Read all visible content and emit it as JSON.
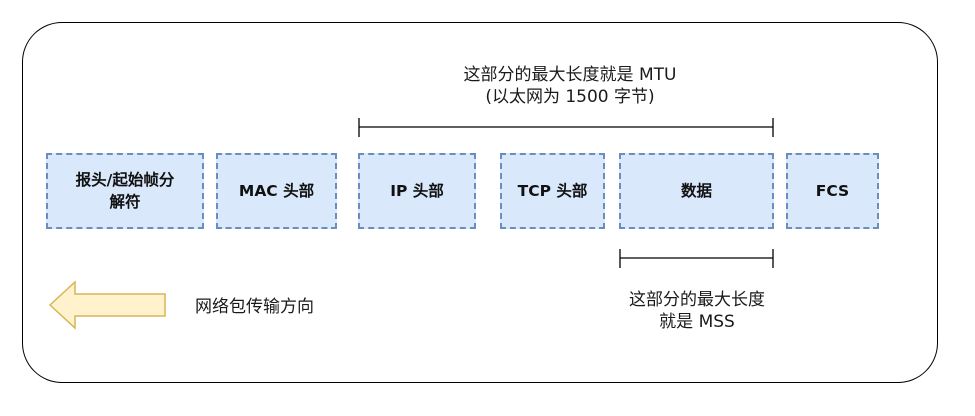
{
  "frames": [
    {
      "label": "报头/起始帧分\n解符"
    },
    {
      "label": "MAC 头部"
    },
    {
      "label": "IP 头部"
    },
    {
      "label": "TCP 头部"
    },
    {
      "label": "数据"
    },
    {
      "label": "FCS"
    }
  ],
  "mtu_caption": "这部分的最大长度就是 MTU\n(以太网为 1500 字节)",
  "mss_caption": "这部分的最大长度\n就是 MSS",
  "direction_label": "网络包传输方向",
  "colors": {
    "box_fill": "#dae8fc",
    "box_border": "#6c8ebf",
    "arrow_fill": "#fff2cc",
    "arrow_stroke": "#d6b656"
  },
  "icons": {
    "direction": "left-arrow-icon"
  }
}
